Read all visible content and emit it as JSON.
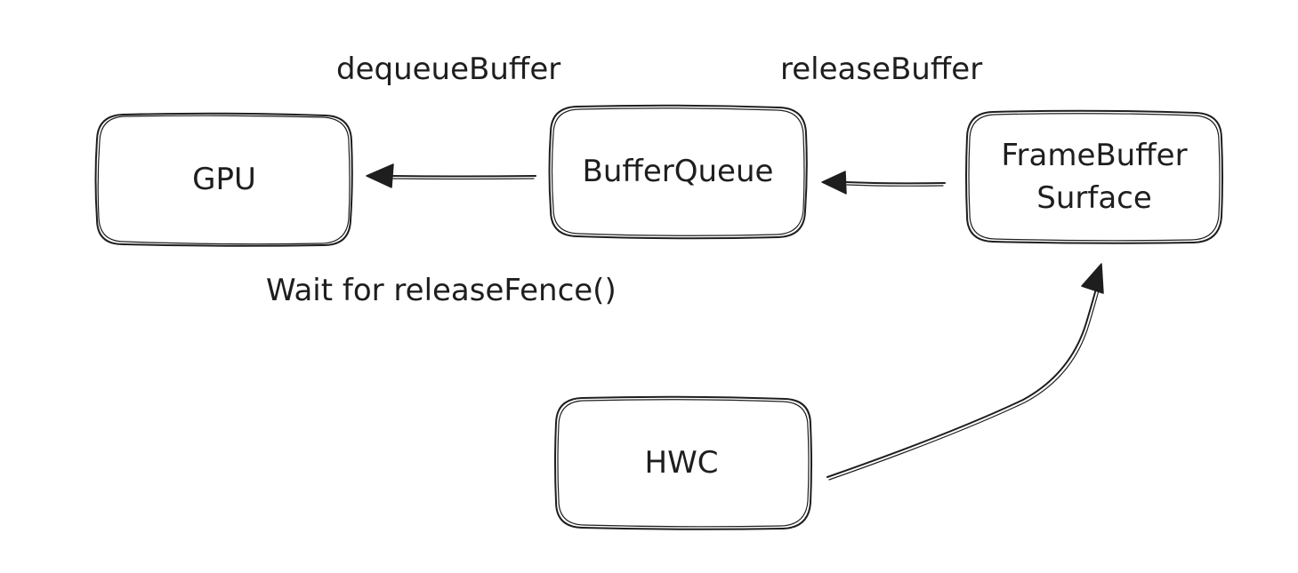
{
  "diagram": {
    "nodes": {
      "gpu": {
        "label": "GPU"
      },
      "buffer_queue": {
        "label": "BufferQueue"
      },
      "framebuffer_surface": {
        "label_line1": "FrameBuffer",
        "label_line2": "Surface"
      },
      "hwc": {
        "label": "HWC"
      }
    },
    "labels": {
      "dequeue": "dequeueBuffer",
      "release": "releaseBuffer",
      "wait": "Wait for releaseFence()"
    },
    "edges": [
      {
        "from": "buffer_queue",
        "to": "gpu"
      },
      {
        "from": "framebuffer_surface",
        "to": "buffer_queue"
      },
      {
        "from": "hwc",
        "to": "framebuffer_surface"
      }
    ]
  }
}
